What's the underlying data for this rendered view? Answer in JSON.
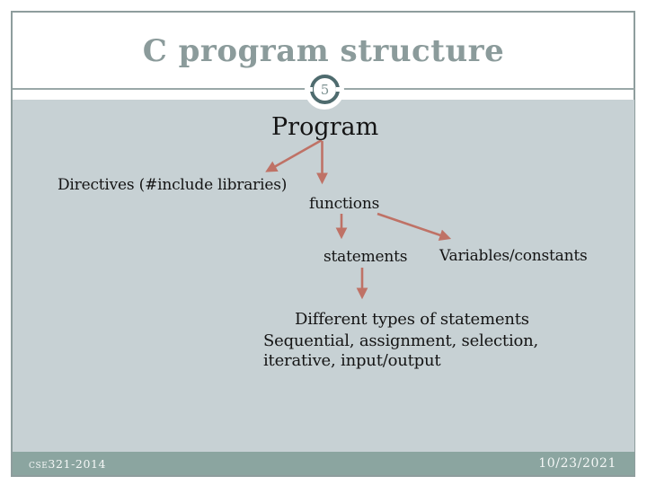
{
  "slide": {
    "title": "C program structure",
    "page_number": "5",
    "footer": {
      "course_code": "cse321-2014",
      "date": "10/23/2021"
    }
  },
  "diagram": {
    "nodes": {
      "program": "Program",
      "directives": "Directives (#include libraries)",
      "functions": "functions",
      "statements": "statements",
      "variables": "Variables/constants",
      "different_types": "Different types of statements",
      "statement_kinds_line1": "Sequential, assignment, selection,",
      "statement_kinds_line2": "iterative, input/output"
    },
    "edges": [
      {
        "from": "program",
        "to": "directives"
      },
      {
        "from": "program",
        "to": "functions"
      },
      {
        "from": "functions",
        "to": "statements"
      },
      {
        "from": "functions",
        "to": "variables"
      },
      {
        "from": "statements",
        "to": "different_types"
      }
    ]
  },
  "colors": {
    "title_text": "#8b9b9b",
    "content_background": "#c7d1d4",
    "footer_band": "#8ba5a0",
    "arrow": "#bf7266",
    "badge_ring": "#4e6b6e",
    "frame_border": "#8e9d9d",
    "node_text": "#141414"
  }
}
